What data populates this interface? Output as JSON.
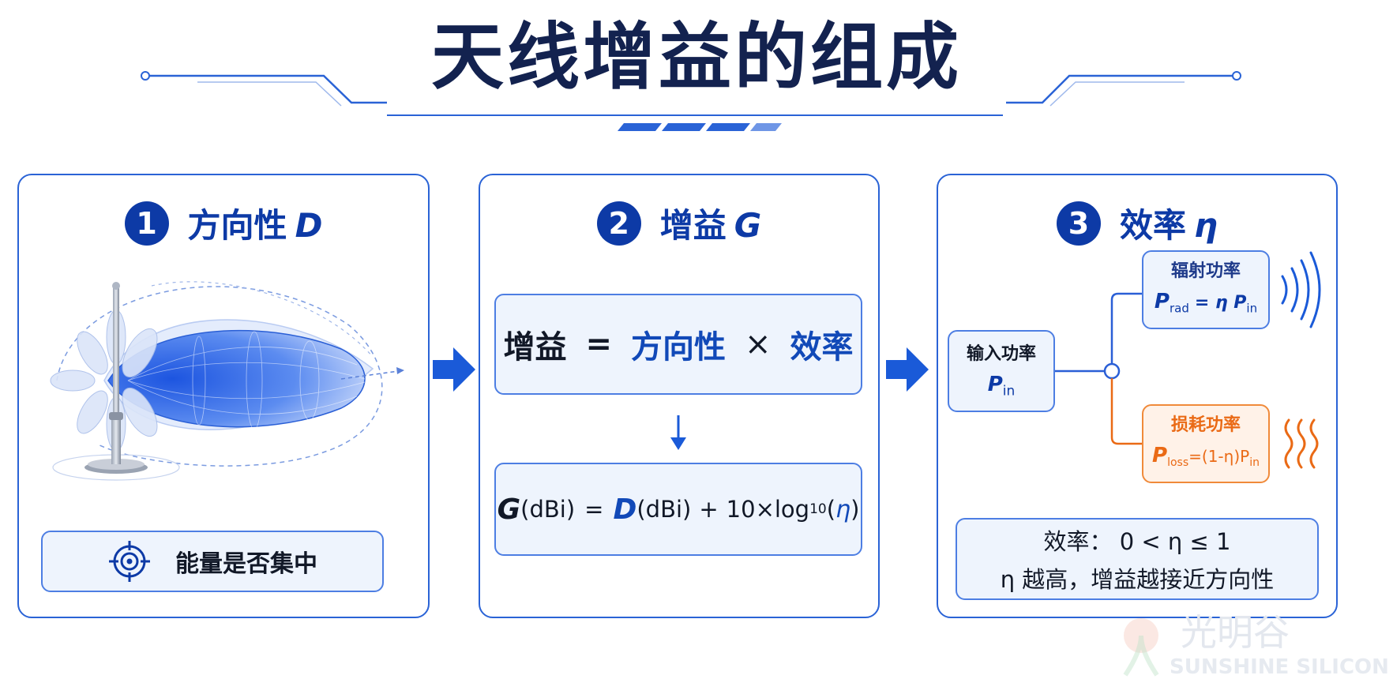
{
  "title": "天线增益的组成",
  "colors": {
    "navy": "#0d3aa6",
    "title": "#13224f",
    "border": "#2a63d6",
    "orange": "#ea6a15",
    "card_bg": "#eef4fd"
  },
  "panels": [
    {
      "num": "1",
      "label": "方向性",
      "symbol": "D",
      "icon": "target-icon",
      "caption": "能量是否集中"
    },
    {
      "num": "2",
      "label": "增益",
      "symbol": "G",
      "formula1": {
        "lhs": "增益",
        "eq": "=",
        "a": "方向性",
        "op": "×",
        "b": "效率"
      },
      "formula2": {
        "g": "G",
        "g_unit": "(dBi)",
        "eq": "=",
        "d": "D",
        "d_unit": "(dBi)",
        "plus": "+",
        "factor": "10×log",
        "base": "10",
        "open": "(",
        "eta": "η",
        "close": ")"
      }
    },
    {
      "num": "3",
      "label": "效率",
      "symbol": "η",
      "input": {
        "label": "输入功率",
        "sym": "P",
        "sub": "in"
      },
      "radiated": {
        "label": "辐射功率",
        "sym": "P",
        "sub": "rad",
        "expr": "= η P",
        "expr_sub": "in"
      },
      "loss": {
        "label": "损耗功率",
        "sym": "P",
        "sub": "loss",
        "expr": "=(1-η)P",
        "expr_sub": "in"
      },
      "note_line1": "效率：  0 < η ≤ 1",
      "note_line2": "η 越高，增益越接近方向性"
    }
  ],
  "watermark": {
    "cn": "光明谷",
    "en": "SUNSHINE SILICON"
  }
}
